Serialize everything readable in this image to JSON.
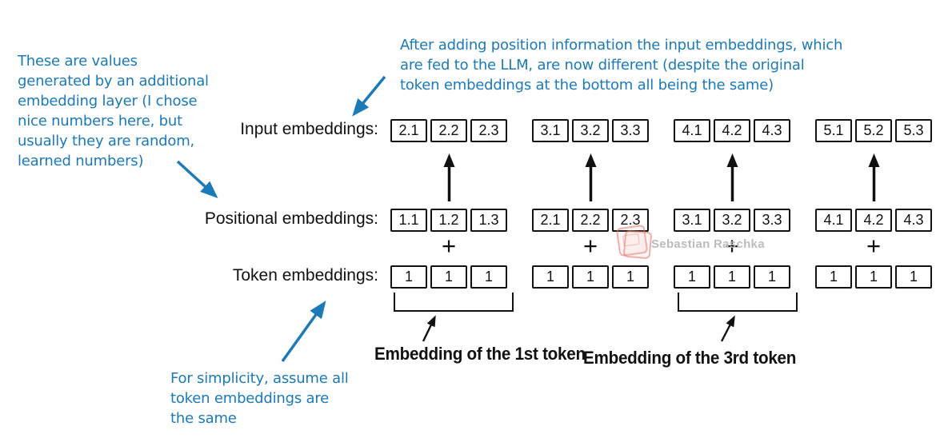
{
  "colors": {
    "annotation_blue": "#1b7ab7",
    "ink_black": "#111111",
    "watermark_gray": "#bcbcbc",
    "watermark_pink": "#e4766a"
  },
  "annotations": {
    "generated_values": {
      "lines": [
        "These are values",
        "generated by an additional",
        "embedding layer (I chose",
        "nice numbers here, but",
        "usually they are random,",
        "learned numbers)"
      ]
    },
    "after_position": {
      "lines": [
        "After adding position information the input embeddings, which",
        "are fed to the LLM, are now different (despite the original",
        "token embeddings at the bottom all being the same)"
      ]
    },
    "simplicity": {
      "lines": [
        "For simplicity, assume all",
        "token embeddings are",
        "the same"
      ]
    }
  },
  "row_labels": {
    "input": "Input embeddings:",
    "positional": "Positional embeddings:",
    "token": "Token embeddings:"
  },
  "rows": {
    "input": [
      [
        "2.1",
        "2.2",
        "2.3"
      ],
      [
        "3.1",
        "3.2",
        "3.3"
      ],
      [
        "4.1",
        "4.2",
        "4.3"
      ],
      [
        "5.1",
        "5.2",
        "5.3"
      ]
    ],
    "positional": [
      [
        "1.1",
        "1.2",
        "1.3"
      ],
      [
        "2.1",
        "2.2",
        "2.3"
      ],
      [
        "3.1",
        "3.2",
        "3.3"
      ],
      [
        "4.1",
        "4.2",
        "4.3"
      ]
    ],
    "token": [
      [
        "1",
        "1",
        "1"
      ],
      [
        "1",
        "1",
        "1"
      ],
      [
        "1",
        "1",
        "1"
      ],
      [
        "1",
        "1",
        "1"
      ]
    ]
  },
  "plus_sign": "+",
  "captions": {
    "first": "Embedding of the 1st token",
    "third": "Embedding of the 3rd token"
  },
  "watermark": "Sebastian Raschka"
}
